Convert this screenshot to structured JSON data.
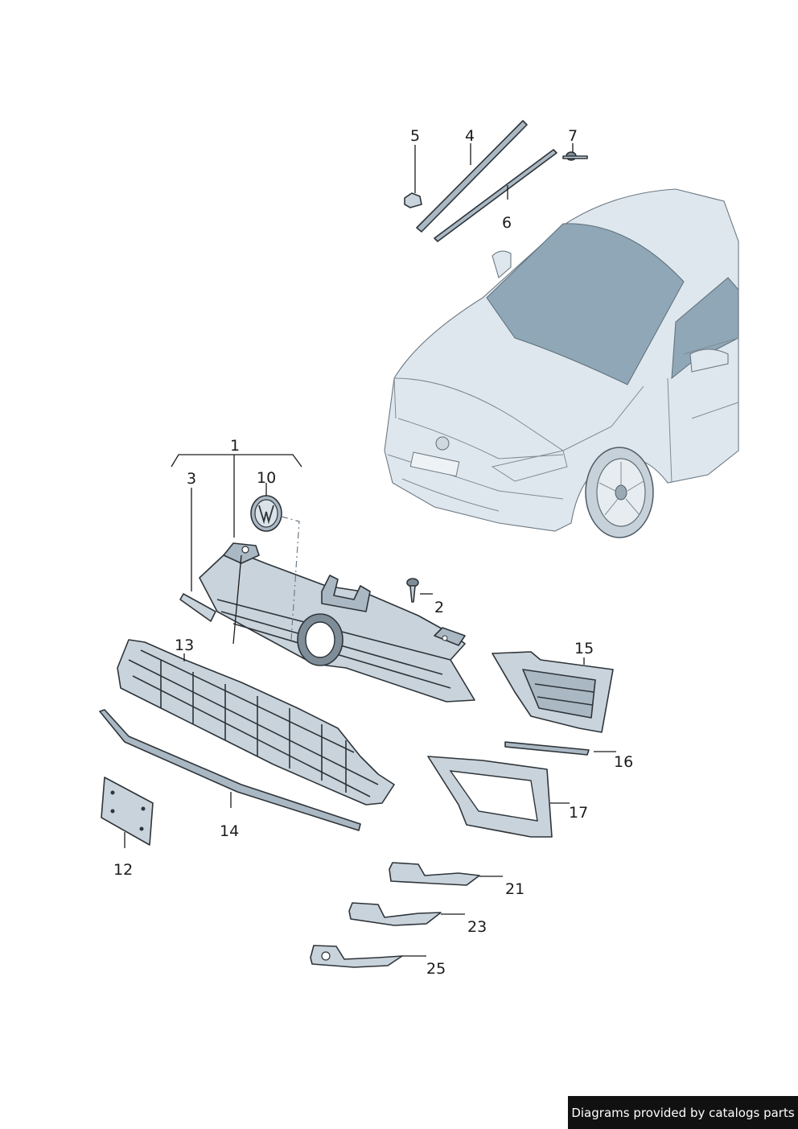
{
  "callouts": {
    "c1": "1",
    "c2": "2",
    "c3": "3",
    "c4": "4",
    "c5": "5",
    "c6": "6",
    "c7": "7",
    "c10": "10",
    "c12": "12",
    "c13": "13",
    "c14": "14",
    "c15": "15",
    "c16": "16",
    "c17": "17",
    "c21": "21",
    "c23": "23",
    "c25": "25"
  },
  "credit": "Diagrams provided by catalogs parts"
}
